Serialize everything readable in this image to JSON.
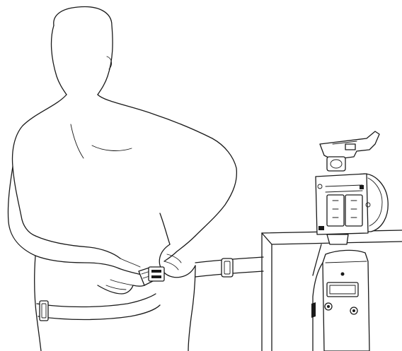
{
  "illustration": {
    "subject": "person-attaching-belt-buckle-behind-back",
    "secondary": "camcorder-mounted-on-belt-clip-holder",
    "style": "line-art",
    "colors": {
      "stroke": "#1a1a1a",
      "background": "#ffffff"
    }
  }
}
